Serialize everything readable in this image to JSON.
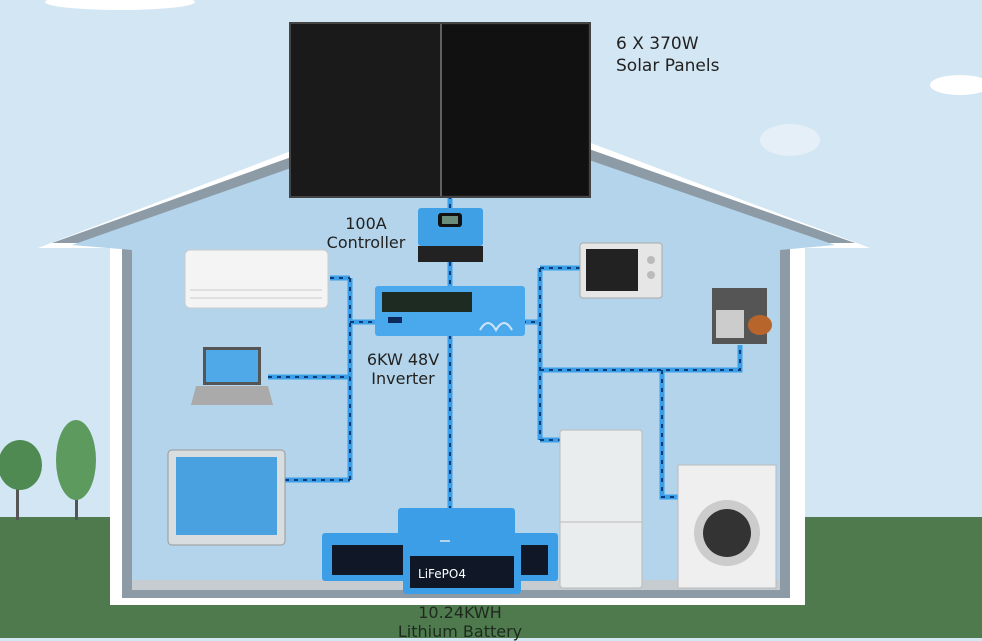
{
  "labels": {
    "panels": "6 X 370W\nSolar Panels",
    "controller": "100A\nController",
    "inverter": "6KW 48V\nInverter",
    "battery": "10.24KWH\nLithium Battery"
  },
  "battery_brand": "LiFePO4",
  "colors": {
    "sky": "#d3e6f3",
    "interior": "#b3d4ea",
    "wall": "#8c9ba6",
    "ground": "#4e7a4e",
    "wire": "#2f8fd8",
    "device": "#3fa0e6"
  }
}
